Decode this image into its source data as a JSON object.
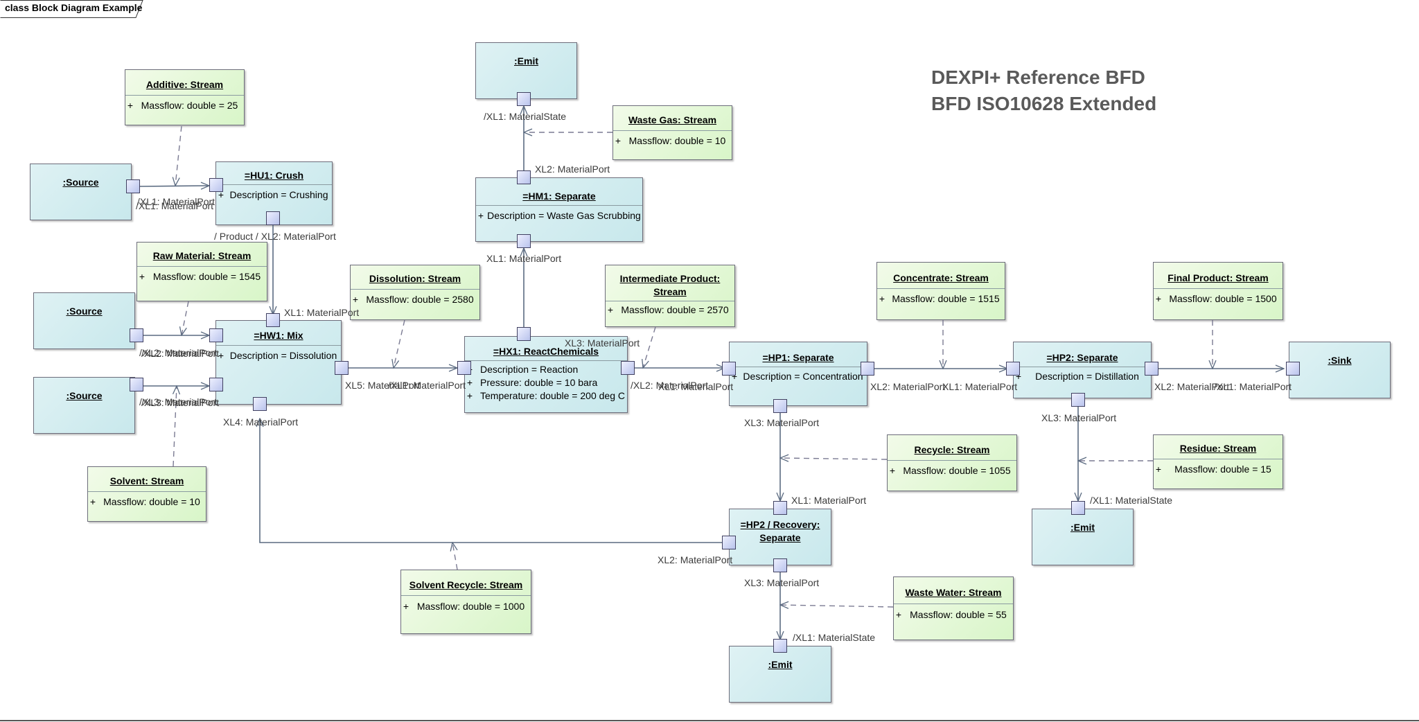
{
  "frame": {
    "label": "class Block Diagram Example"
  },
  "title": {
    "line1": "DEXPI+ Reference BFD",
    "line2": "BFD ISO10628 Extended"
  },
  "blocks": {
    "emit_top": {
      "name": ":Emit"
    },
    "hm1": {
      "name": "=HM1: Separate",
      "attr": "Description = Waste Gas Scrubbing"
    },
    "source1": {
      "name": ":Source"
    },
    "hu1": {
      "name": "=HU1: Crush",
      "attr": "Description = Crushing"
    },
    "source2": {
      "name": ":Source"
    },
    "source3": {
      "name": ":Source"
    },
    "hw1": {
      "name": "=HW1: Mix",
      "attr": "Description = Dissolution"
    },
    "hx1": {
      "name": "=HX1: ReactChemicals",
      "attrs": [
        "Description = Reaction",
        "Pressure: double = 10 bara",
        "Temperature: double = 200 deg C"
      ]
    },
    "hp1": {
      "name": "=HP1: Separate",
      "attr": "Description = Concentration"
    },
    "hp2": {
      "name": "=HP2: Separate",
      "attr": "Description = Distillation"
    },
    "sink": {
      "name": ":Sink"
    },
    "hp2r": {
      "name_line1": "=HP2 / Recovery:",
      "name_line2": "Separate"
    },
    "emit_hp2": {
      "name": ":Emit"
    },
    "emit_bottom": {
      "name": ":Emit"
    }
  },
  "streams": {
    "additive": {
      "name": "Additive: Stream",
      "attr": "Massflow: double = 25"
    },
    "waste_gas": {
      "name": "Waste Gas: Stream",
      "attr": "Massflow: double = 10"
    },
    "raw_material": {
      "name": "Raw Material: Stream",
      "attr": "Massflow: double = 1545"
    },
    "dissolution": {
      "name": "Dissolution: Stream",
      "attr": "Massflow: double = 2580"
    },
    "intermediate": {
      "name_line1": "Intermediate Product:",
      "name_line2": "Stream",
      "attr": "Massflow: double = 2570"
    },
    "concentrate": {
      "name": "Concentrate: Stream",
      "attr": "Massflow: double = 1515"
    },
    "final_product": {
      "name": "Final Product: Stream",
      "attr": "Massflow: double = 1500"
    },
    "solvent": {
      "name": "Solvent: Stream",
      "attr": "Massflow: double = 10"
    },
    "recycle": {
      "name": "Recycle: Stream",
      "attr": "Massflow: double = 1055"
    },
    "residue": {
      "name": "Residue: Stream",
      "attr": "Massflow: double = 15"
    },
    "solvent_recycle": {
      "name": "Solvent Recycle: Stream",
      "attr": "Massflow: double = 1000"
    },
    "waste_water": {
      "name": "Waste Water: Stream",
      "attr": "Massflow: double = 55"
    }
  },
  "plus": "+",
  "port_labels": {
    "emit_top_xl1": "/XL1: MaterialState",
    "hm1_xl2": "XL2: MaterialPort",
    "hm1_xl1": "XL1: MaterialPort",
    "src1_xl1_a": "/XL1: MaterialPort",
    "src1_xl1_b": "/XL1: MaterialPort",
    "hu1_xl2": "/ Product / XL2: MaterialPort",
    "hw1_xl1": "XL1: MaterialPort",
    "src2_xl2_a": "/XL2: MaterialPort",
    "src2_xl2_b": "/XL2: MaterialPort",
    "src3_xl3_a": "/XL3: MaterialPort",
    "src3_xl3_b": "/XL3: MaterialPort",
    "hw1_xl4": "XL4: MaterialPort",
    "hw1_xl5": "XL5: MaterialPort",
    "hx1_xl1": "/XL1: MaterialPort",
    "hx1_xl3": "XL3: MaterialPort",
    "hx1_xl2": "/XL2: MaterialPort",
    "hp1_xl1": "XL1: MaterialPort",
    "hp1_xl2": "XL2: MaterialPort",
    "hp1_xl3": "XL3: MaterialPort",
    "hp2_xl1": "XL1: MaterialPort",
    "hp2_xl2": "XL2: MaterialPort",
    "sink_xl1": "/XL1: MaterialPort",
    "hp2_xl3": "XL3: MaterialPort",
    "emit_hp2_xl1": "/XL1: MaterialState",
    "hp2r_xl1": "XL1: MaterialPort",
    "hp2r_xl2": "XL2: MaterialPort",
    "hp2r_xl3": "XL3: MaterialPort",
    "emit_bottom_xl1": "/XL1: MaterialState"
  }
}
